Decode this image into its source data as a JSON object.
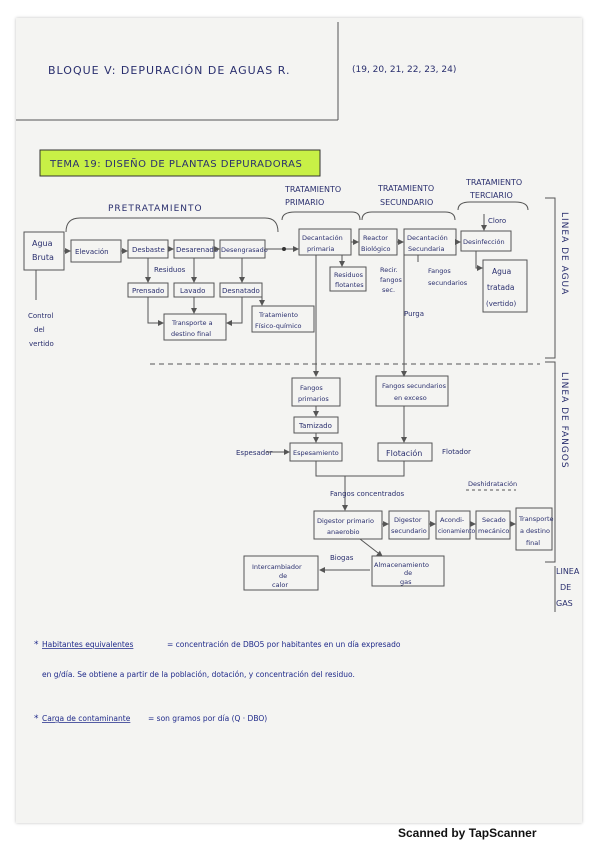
{
  "header": {
    "title": "BLOQUE V: DEPURACIÓN DE AGUAS R.",
    "topics": "(19, 20, 21, 22, 23, 24)"
  },
  "topic": {
    "label": "TEMA 19: DISEÑO DE PLANTAS DEPURADORAS",
    "highlight_color": "#c8f046"
  },
  "stages": {
    "pretratamiento": "PRETRATAMIENTO",
    "primario": [
      "TRATAMIENTO",
      "PRIMARIO"
    ],
    "secundario": [
      "TRATAMIENTO",
      "SECUNDARIO"
    ],
    "terciario": [
      "TRATAMIENTO",
      "TERCIARIO"
    ]
  },
  "lines": {
    "agua": "LINEA DE AGUA",
    "fangos": "LINEA DE FANGOS",
    "gas": [
      "LINEA",
      "DE",
      "GAS"
    ]
  },
  "water_line": {
    "agua_bruta": [
      "Agua",
      "Bruta"
    ],
    "elevacion": "Elevación",
    "desbaste": "Desbaste",
    "desarenado": "Desarenado",
    "desengrasado": "Desengrasado",
    "residuos": "Residuos",
    "prensado": "Prensado",
    "lavado": "Lavado",
    "desnatado": "Desnatado",
    "transporte_destino": [
      "Transporte a",
      "destino final"
    ],
    "tratamiento_fq": [
      "Tratamiento",
      "Físico-químico"
    ],
    "control_vertido": [
      "Control",
      "del",
      "vertido"
    ],
    "decantacion_primaria": [
      "Decantación",
      "primaria"
    ],
    "residuos_flotantes": [
      "Residuos",
      "flotantes"
    ],
    "reactor_biologico": [
      "Reactor",
      "Biológico"
    ],
    "recirculacion": [
      "Recir.",
      "fangos",
      "sec."
    ],
    "decantacion_secundaria": [
      "Decantación",
      "Secundaria"
    ],
    "fangos_secundarios": [
      "Fangos",
      "secundarios"
    ],
    "purga": "Purga",
    "desinfeccion": "Desinfección",
    "cloro": "Cloro",
    "agua_tratada": [
      "Agua",
      "tratada",
      "(vertido)"
    ]
  },
  "sludge_line": {
    "fangos_primarios": [
      "Fangos",
      "primarios"
    ],
    "fangos_secundarios_exceso": [
      "Fangos secundarios",
      "en exceso"
    ],
    "tamizado": "Tamizado",
    "espesador": "Espesador",
    "espesamiento": "Espesamiento",
    "flotacion": "Flotación",
    "flotador": "Flotador",
    "fangos_concentrados": "Fangos concentrados",
    "deshidratacion": "Deshidratación",
    "digestor_primario": [
      "Digestor primario",
      "anaerobio"
    ],
    "digestor_secundario": [
      "Digestor",
      "secundario"
    ],
    "acondicionamiento": [
      "Acondi-",
      "cionamiento"
    ],
    "secado_mecanico": [
      "Secado",
      "mecánico"
    ],
    "transporte_final": [
      "Transporte",
      "a destino",
      "final"
    ]
  },
  "gas_line": {
    "biogas": "Biogas",
    "intercambiador": [
      "Intercambiador",
      "de",
      "calor"
    ],
    "almacenamiento": [
      "Almacenamiento",
      "de",
      "gas"
    ]
  },
  "notes": {
    "habitantes_term": "Habitantes equivalentes",
    "habitantes_def_1": "= concentración de DBO5 por habitantes en un día expresado",
    "habitantes_def_2": "en g/día. Se obtiene a partir de la población, dotación, y concentración del residuo.",
    "carga_term": "Carga de contaminante",
    "carga_def": "= son gramos por día (Q · DBO)"
  },
  "footer": {
    "scanner": "Scanned by TapScanner"
  }
}
